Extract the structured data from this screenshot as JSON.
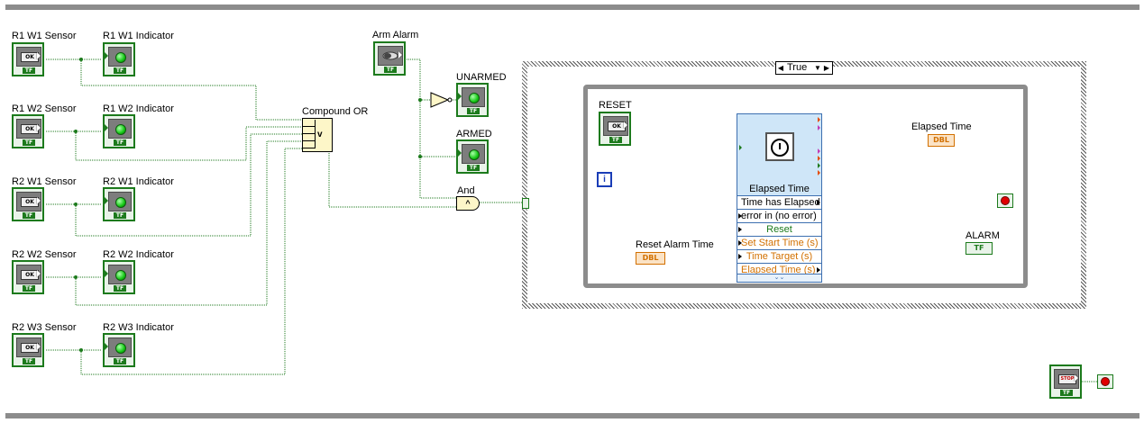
{
  "sensors": [
    {
      "sensor": "R1 W1 Sensor",
      "indicator": "R1 W1 Indicator"
    },
    {
      "sensor": "R1 W2 Sensor",
      "indicator": "R1 W2 Indicator"
    },
    {
      "sensor": "R2 W1 Sensor",
      "indicator": "R2 W1 Indicator"
    },
    {
      "sensor": "R2 W2 Sensor",
      "indicator": "R2 W2 Indicator"
    },
    {
      "sensor": "R2 W3 Sensor",
      "indicator": "R2 W3 Indicator"
    }
  ],
  "button_text": {
    "ok": "OK",
    "tf": "TF",
    "stop": "STOP",
    "dbl": "DBL",
    "iteration": "i"
  },
  "labels": {
    "compound_or": "Compound OR",
    "compound_or_symbol": "v",
    "arm_alarm": "Arm Alarm",
    "unarmed": "UNARMED",
    "armed": "ARMED",
    "and": "And",
    "and_symbol": "^",
    "reset": "RESET",
    "reset_alarm_time": "Reset Alarm Time",
    "elapsed_time_indicator": "Elapsed Time",
    "alarm": "ALARM"
  },
  "case_selector": {
    "value": "True"
  },
  "elapsed_time_vi": {
    "title": "Elapsed Time",
    "terminals": [
      "Time has Elapsed",
      "error in (no error)",
      "Reset",
      "Set Start Time (s)",
      "Time Target (s)",
      "Elapsed Time (s)"
    ]
  },
  "colors": {
    "boolean_wire": "#1c7a1c",
    "numeric_wire": "#d27000",
    "structure_border": "#8c8c8c",
    "primitive_fill": "#fdf6c8",
    "express_vi": "#cfe6f8"
  }
}
